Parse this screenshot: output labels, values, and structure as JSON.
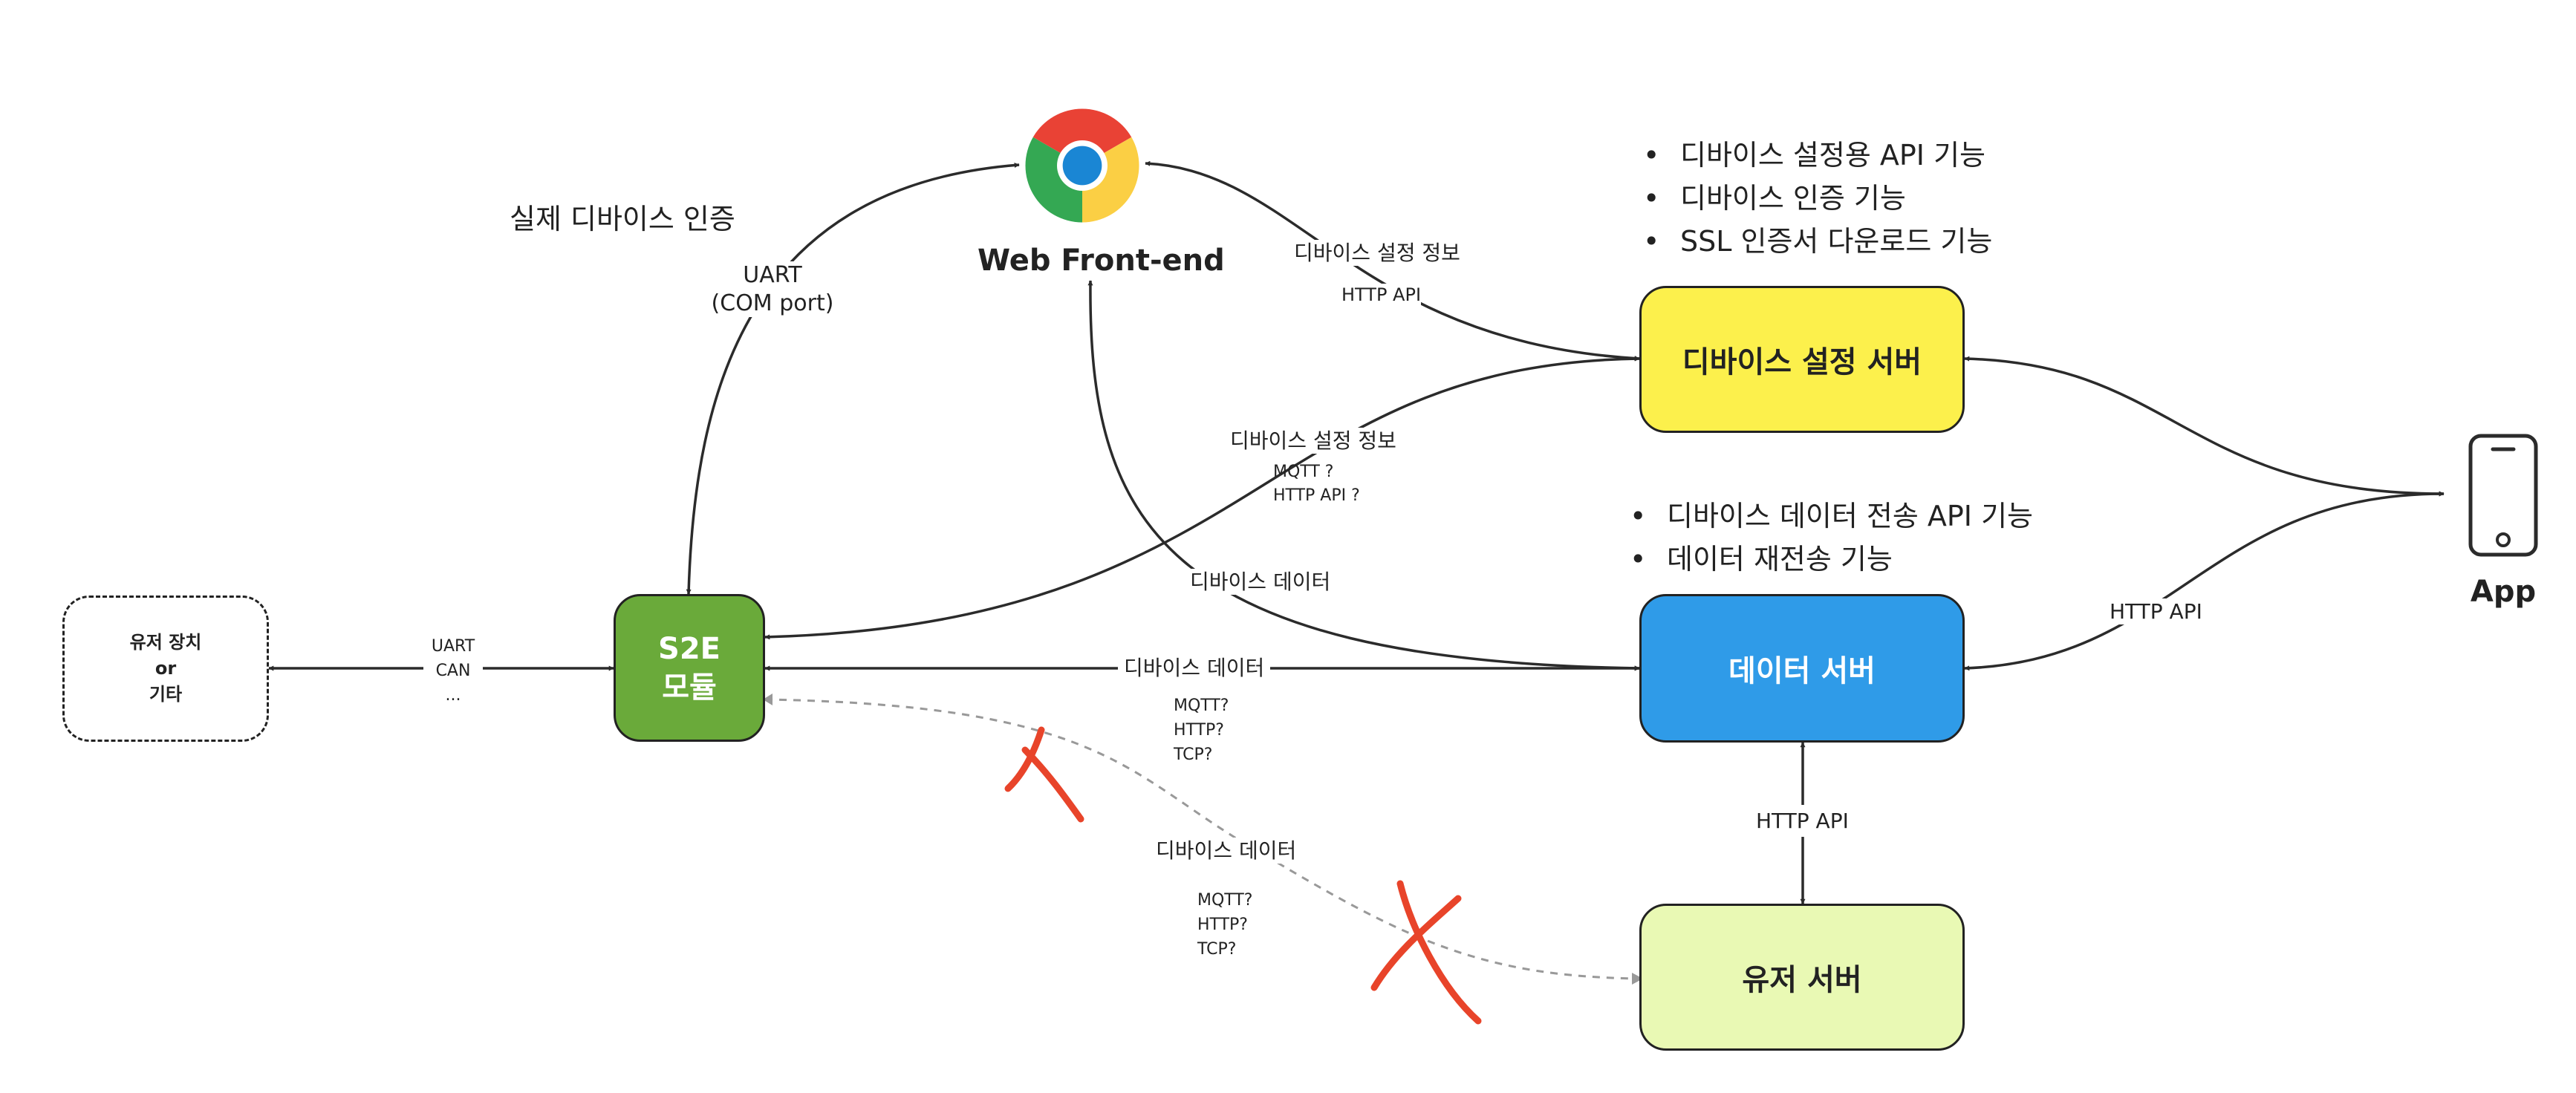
{
  "texts": {
    "auth_note": "실제 디바이스 인증",
    "web_frontend": "Web Front-end",
    "app": "App",
    "uart_com_1": "UART",
    "uart_com_2": "(COM port)",
    "cfg_info_top": "디바이스 설정 정보",
    "http_api_top": "HTTP API",
    "cfg_info_mid": "디바이스 설정 정보",
    "mqtt_q1": "MQTT ?",
    "http_api_q1": "HTTP API ?",
    "dev_data_mid": "디바이스 데이터",
    "dev_data_main": "디바이스 데이터",
    "proto_main_1": "MQTT?",
    "proto_main_2": "HTTP?",
    "proto_main_3": "TCP?",
    "dev_data_dashed": "디바이스 데이터",
    "proto_dash_1": "MQTT?",
    "proto_dash_2": "HTTP?",
    "proto_dash_3": "TCP?",
    "left_proto_1": "UART",
    "left_proto_2": "CAN",
    "left_proto_3": "...",
    "http_api_app": "HTTP API",
    "http_api_user": "HTTP API"
  },
  "nodes": {
    "user_device": {
      "line1": "유저 장치",
      "line2": "or",
      "line3": "기타"
    },
    "s2e": {
      "line1": "S2E",
      "line2": "모듈"
    },
    "config_server": {
      "label": "디바이스 설정 서버"
    },
    "data_server": {
      "label": "데이터 서버"
    },
    "user_server": {
      "label": "유저 서버"
    }
  },
  "config_features": [
    "디바이스 설정용 API 기능",
    "디바이스 인증 기능",
    "SSL 인증서 다운로드 기능"
  ],
  "data_features": [
    "디바이스 데이터 전송 API 기능",
    "데이터 재전송 기능"
  ],
  "colors": {
    "s2e": "#6aaa3a",
    "config_server": "#fcf04c",
    "data_server": "#2f9be8",
    "user_server": "#e9f9b4",
    "cross": "#e8442a",
    "arrow": "#2b2b2b",
    "dashed": "#999999"
  }
}
